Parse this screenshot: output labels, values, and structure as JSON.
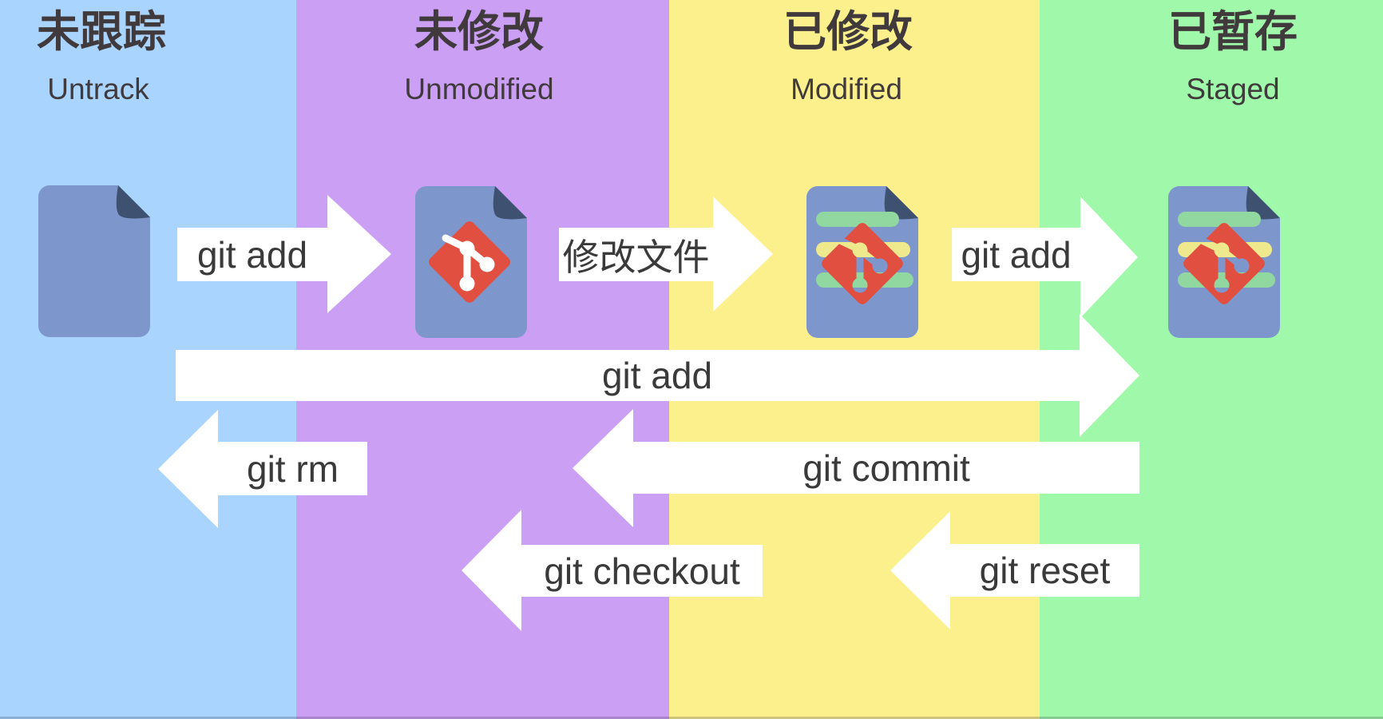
{
  "diagram": {
    "subject": "Git file states and commands",
    "columns": [
      {
        "title_cn": "未跟踪",
        "title_en": "Untrack",
        "color": "#a9d4fe"
      },
      {
        "title_cn": "未修改",
        "title_en": "Unmodified",
        "color": "#ca9ff4"
      },
      {
        "title_cn": "已修改",
        "title_en": "Modified",
        "color": "#fcf08d"
      },
      {
        "title_cn": "已暂存",
        "title_en": "Staged",
        "color": "#a0f8aa"
      }
    ],
    "arrows": [
      {
        "label": "git add",
        "direction": "right",
        "from": "未跟踪 Untrack",
        "to": "未修改 Unmodified"
      },
      {
        "label": "修改文件",
        "direction": "right",
        "from": "未修改 Unmodified",
        "to": "已修改 Modified"
      },
      {
        "label": "git add",
        "direction": "right",
        "from": "已修改 Modified",
        "to": "已暂存 Staged"
      },
      {
        "label": "git add",
        "direction": "right",
        "from": "未跟踪 Untrack",
        "to": "已暂存 Staged"
      },
      {
        "label": "git rm",
        "direction": "left",
        "from": "未修改 Unmodified",
        "to": "未跟踪 Untrack"
      },
      {
        "label": "git commit",
        "direction": "left",
        "from": "已暂存 Staged",
        "to": "未修改 Unmodified"
      },
      {
        "label": "git checkout",
        "direction": "left",
        "from": "已修改 Modified",
        "to": "未修改 Unmodified"
      },
      {
        "label": "git reset",
        "direction": "left",
        "from": "已暂存 Staged",
        "to": "已修改 Modified"
      }
    ],
    "icons": [
      {
        "name": "plain-file-icon",
        "state": "未跟踪 Untrack"
      },
      {
        "name": "git-file-icon",
        "state": "未修改 Unmodified"
      },
      {
        "name": "git-file-modified-icon",
        "state": "已修改 Modified"
      },
      {
        "name": "git-file-modified-icon",
        "state": "已暂存 Staged"
      }
    ],
    "colors": {
      "column_untracked": "#a9d4fe",
      "column_unmodified": "#ca9ff4",
      "column_modified": "#fcf08d",
      "column_staged": "#a0f8aa",
      "arrow_fill": "#ffffff",
      "label_text": "#3a3a3a",
      "header_text": "#403a3d",
      "document_fill": "#7d97cd",
      "document_fold": "#3e5170",
      "git_logo_red": "#e14f41",
      "file_line_green": "#90d8a0",
      "file_line_yellow": "#efe98d"
    }
  }
}
